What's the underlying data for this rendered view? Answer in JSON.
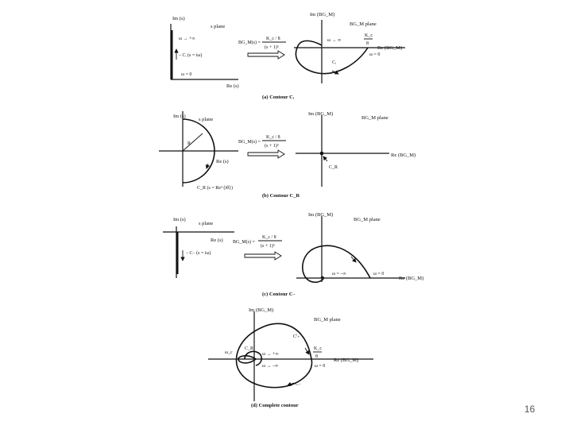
{
  "page_number": "16",
  "panel_a": {
    "s_im_axis": "Im (s)",
    "s_plane": "s plane",
    "omega_plus_inf": "ω → +∞",
    "contour_ci": "– Cᵢ (s = iω)",
    "omega_zero": "ω = 0",
    "s_re_axis": "Re (s)",
    "tf_lhs": "BG_M(s) =",
    "tf_num": "K_c / 8",
    "tf_den": "(s + 1)³",
    "g_im_axis": "Im (BG_M)",
    "g_plane": "BG_M plane",
    "omega_inf": "ω → ∞",
    "kc8_num": "K_c",
    "kc8_den": "8",
    "g_re_axis": "Re (BG_M)",
    "omega_zero_g": "ω = 0",
    "c_i": "Cᵢ",
    "caption": "(a) Contour Cᵢ"
  },
  "panel_b": {
    "s_im_axis": "Im (s)",
    "s_plane": "s plane",
    "r_label": "R",
    "s_re_axis": "Re (s)",
    "contour_cr": "C_R (s = Re^{iθ})",
    "tf_lhs": "BG_M(s) =",
    "tf_num": "K_c / 8",
    "tf_den": "(s + 1)³",
    "g_im_axis": "Im (BG_M)",
    "g_plane": "BG_M plane",
    "g_re_axis": "Re (BG_M)",
    "c_r": "C_R",
    "caption": "(b) Contour C_R"
  },
  "panel_c": {
    "s_im_axis": "Im (s)",
    "s_plane": "s plane",
    "s_re_axis": "Re (s)",
    "contour": "– C₋ (s = iω)",
    "tf_lhs": "BG_M(s) =",
    "tf_num": "K_c / 8",
    "tf_den": "(s + 1)³",
    "g_im_axis": "Im (BG_M)",
    "g_plane": "BG_M plane",
    "omega_neg_inf": "ω = –∞",
    "omega_zero": "ω = 0",
    "g_re_axis": "Re (BG_M)",
    "caption": "(c) Contour C₋"
  },
  "panel_d": {
    "g_im_axis": "Im (BG_M)",
    "g_plane": "BG_M plane",
    "c_plus": "C'₊",
    "omega_c": "ω_c",
    "c_r": "C_R",
    "omega_plus_inf": "ω → +∞",
    "kc8_num": "K_c",
    "kc8_den": "8",
    "g_re_axis": "Re (BG_M)",
    "omega_minus_inf": "ω → –∞",
    "omega_zero": "ω = 0",
    "c_minus": "C₋",
    "caption": "(d) Complete contour"
  }
}
